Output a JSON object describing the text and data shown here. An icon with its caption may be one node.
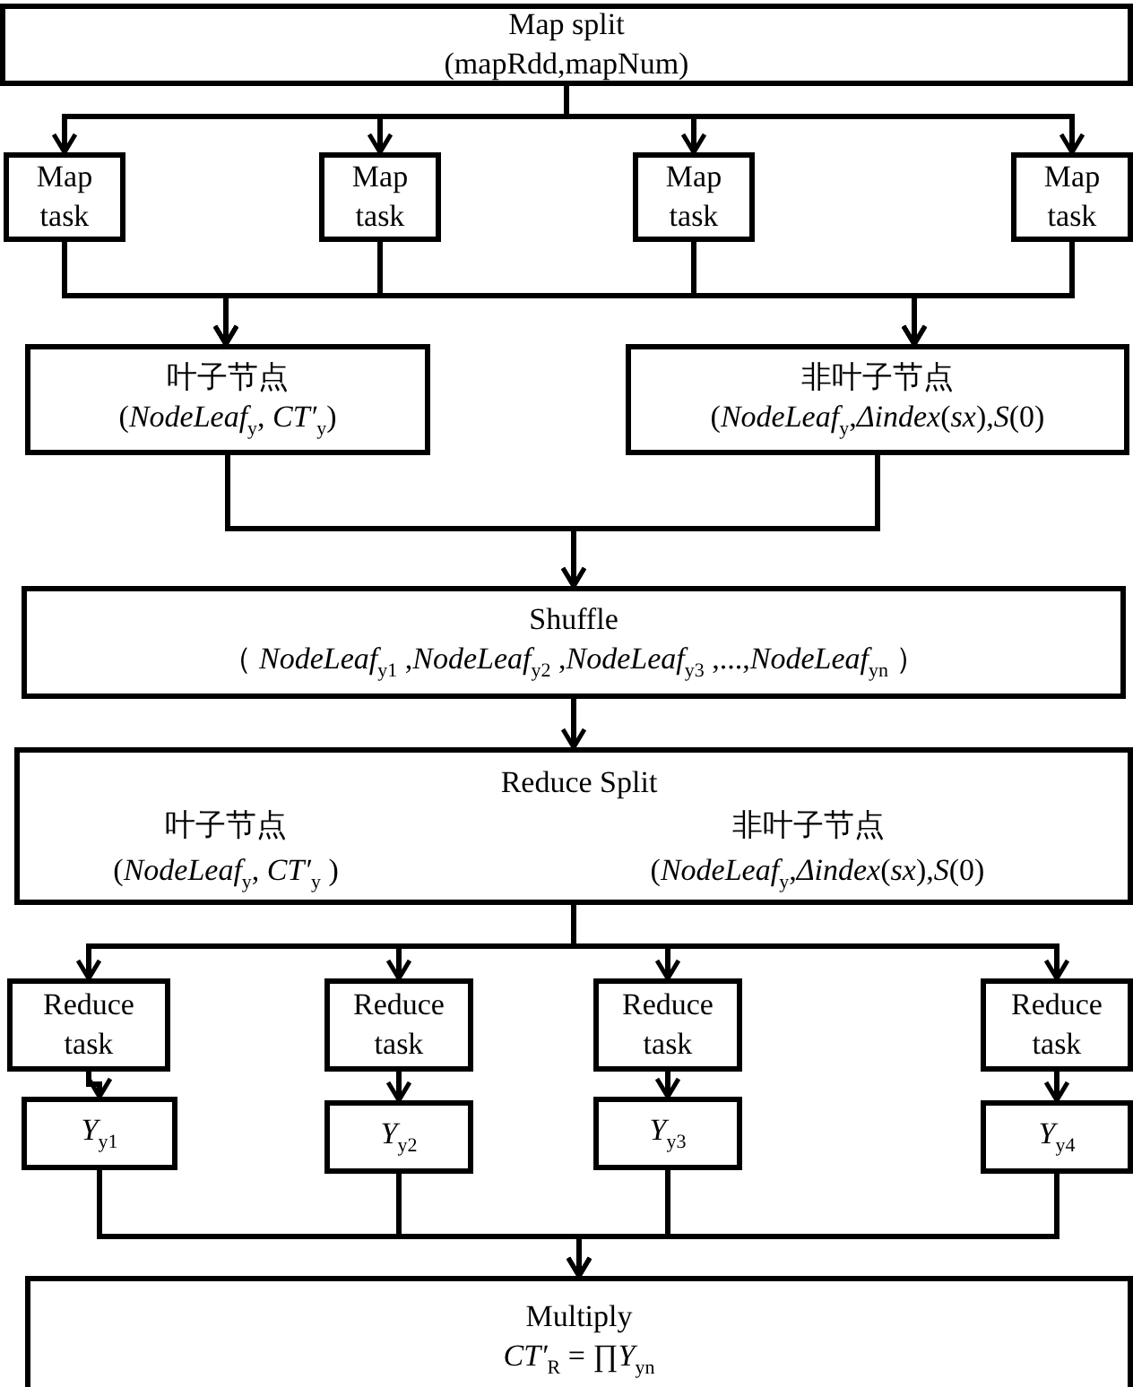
{
  "diagram": {
    "nodes": [
      {
        "text": [
          "Map split",
          "(mapRdd,mapNum)"
        ]
      },
      {
        "text": [
          "Map task"
        ]
      },
      {
        "text": [
          "Map task"
        ]
      },
      {
        "text": [
          "Map task"
        ]
      },
      {
        "text": [
          "Map task"
        ]
      },
      {
        "text": [
          "叶子节点",
          "(*NodeLeaf*$_{y}$, *CT′*$_{y}$)"
        ]
      },
      {
        "text": [
          "非叶子节点",
          "(*NodeLeaf*$_{y}$,*Δindex*(*sx*),*S*(0)"
        ]
      },
      {
        "text": [
          "Shuffle",
          "（ *NodeLeaf*$_{y1}$ ,*NodeLeaf*$_{y2}$ ,*NodeLeaf*$_{y3}$ ,...,*NodeLeaf*$_{yn}$ ）"
        ]
      },
      {
        "text": [
          "Reduce Split",
          "叶子节点",
          "(*NodeLeaf*$_{y}$, *CT′*$_{y}$ )",
          "非叶子节点",
          "(*NodeLeaf*$_{y}$,*Δindex*(*sx*),*S*(0)"
        ]
      },
      {
        "text": [
          "Reduce task"
        ]
      },
      {
        "text": [
          "Reduce task"
        ]
      },
      {
        "text": [
          "Reduce task"
        ]
      },
      {
        "text": [
          "Reduce task"
        ]
      },
      {
        "text": [
          "*Y*$_{y1}$"
        ]
      },
      {
        "text": [
          "*Y*$_{y2}$"
        ]
      },
      {
        "text": [
          "*Y*$_{y3}$"
        ]
      },
      {
        "text": [
          "*Y*$_{y4}$"
        ]
      },
      {
        "text": [
          "Multiply",
          "*CT′*$_{R}$ = ∏*Y*$_{yn}$"
        ]
      }
    ],
    "edges": [
      {
        "from": 0,
        "to": 1,
        "arrow": "to"
      },
      {
        "from": 0,
        "to": 2,
        "arrow": "to"
      },
      {
        "from": 0,
        "to": 3,
        "arrow": "to"
      },
      {
        "from": 0,
        "to": 4,
        "arrow": "to"
      },
      {
        "from": 1,
        "to": 5,
        "arrow": "to"
      },
      {
        "from": 2,
        "to": 5,
        "arrow": "to"
      },
      {
        "from": 3,
        "to": 5,
        "arrow": "to"
      },
      {
        "from": 4,
        "to": 5,
        "arrow": "to"
      },
      {
        "from": 1,
        "to": 6,
        "arrow": "to"
      },
      {
        "from": 2,
        "to": 6,
        "arrow": "to"
      },
      {
        "from": 3,
        "to": 6,
        "arrow": "to"
      },
      {
        "from": 4,
        "to": 6,
        "arrow": "to"
      },
      {
        "from": 5,
        "to": 7,
        "arrow": "to"
      },
      {
        "from": 6,
        "to": 7,
        "arrow": "to"
      },
      {
        "from": 7,
        "to": 8,
        "arrow": "to"
      },
      {
        "from": 8,
        "to": 9,
        "arrow": "to"
      },
      {
        "from": 8,
        "to": 10,
        "arrow": "to"
      },
      {
        "from": 8,
        "to": 11,
        "arrow": "to"
      },
      {
        "from": 8,
        "to": 12,
        "arrow": "to"
      },
      {
        "from": 9,
        "to": 13,
        "arrow": "to"
      },
      {
        "from": 10,
        "to": 14,
        "arrow": "to"
      },
      {
        "from": 11,
        "to": 15,
        "arrow": "to"
      },
      {
        "from": 12,
        "to": 16,
        "arrow": "to"
      },
      {
        "from": 13,
        "to": 17,
        "arrow": "to"
      },
      {
        "from": 14,
        "to": 17,
        "arrow": "to"
      },
      {
        "from": 15,
        "to": 17,
        "arrow": "to"
      },
      {
        "from": 16,
        "to": 17,
        "arrow": "to"
      }
    ]
  }
}
